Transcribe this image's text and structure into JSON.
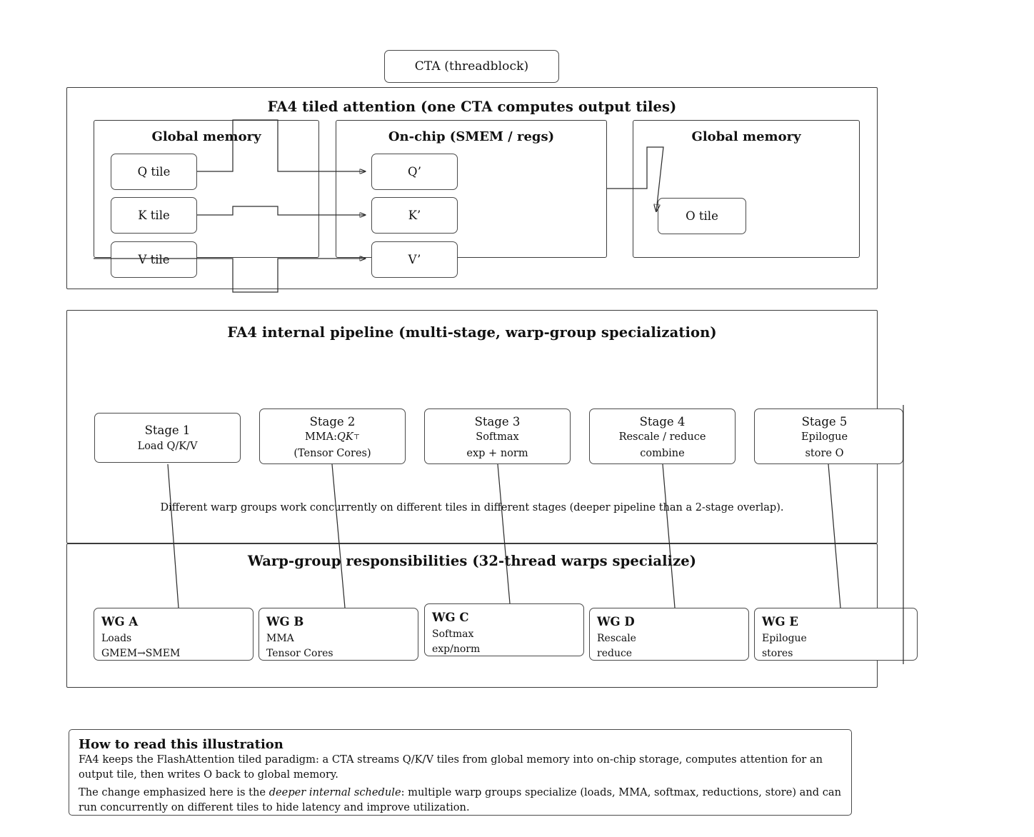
{
  "cta": {
    "label": "CTA (threadblock)"
  },
  "tiled": {
    "title": "FA4 tiled attention (one CTA computes output tiles)",
    "left_panel_title": "Global memory",
    "mid_panel_title": "On-chip (SMEM / regs)",
    "right_panel_title": "Global memory",
    "global_tiles": [
      {
        "label": "Q tile"
      },
      {
        "label": "K tile"
      },
      {
        "label": "V tile"
      }
    ],
    "onchip_tiles": [
      {
        "label": "Q’"
      },
      {
        "label": "K’"
      },
      {
        "label": "V’"
      }
    ],
    "output_tile": {
      "label": "O tile"
    }
  },
  "pipeline": {
    "title": "FA4 internal pipeline (multi-stage, warp-group specialization)",
    "note": "Different warp groups work concurrently on different tiles in different stages (deeper pipeline than a 2-stage overlap).",
    "stages": [
      {
        "name": "Stage 1",
        "line2": "Load Q/K/V",
        "line3": ""
      },
      {
        "name": "Stage 2",
        "line2_math_pre": "MMA: ",
        "line2_math_q": "QK",
        "line2_math_sup": "⊤",
        "line3": "(Tensor Cores)"
      },
      {
        "name": "Stage 3",
        "line2": "Softmax",
        "line3": "exp + norm"
      },
      {
        "name": "Stage 4",
        "line2": "Rescale / reduce",
        "line3": "combine"
      },
      {
        "name": "Stage 5",
        "line2": "Epilogue",
        "line3": "store O"
      }
    ]
  },
  "warpgroups": {
    "title": "Warp-group responsibilities (32-thread warps specialize)",
    "items": [
      {
        "name": "WG A",
        "line2": "Loads",
        "line3": "GMEM→SMEM"
      },
      {
        "name": "WG B",
        "line2": "MMA",
        "line3": "Tensor Cores"
      },
      {
        "name": "WG C",
        "line2": "Softmax",
        "line3": "exp/norm"
      },
      {
        "name": "WG D",
        "line2": "Rescale",
        "line3": "reduce"
      },
      {
        "name": "WG E",
        "line2": "Epilogue",
        "line3": "stores"
      }
    ]
  },
  "legend": {
    "heading": "How to read this illustration",
    "para1": "FA4 keeps the FlashAttention tiled paradigm: a CTA streams Q/K/V tiles from global memory into on-chip storage, computes attention for an output tile, then writes O back to global memory.",
    "para2_pre": "The change emphasized here is the ",
    "para2_em": "deeper internal schedule",
    "para2_post": ": multiple warp groups specialize (loads, MMA, softmax, reductions, store) and can run concurrently on different tiles to hide latency and improve utilization."
  },
  "colors": {
    "ink": "#111111",
    "stroke": "#3b3b3b",
    "box_stroke": "#4a4a4a",
    "background": "#ffffff"
  }
}
